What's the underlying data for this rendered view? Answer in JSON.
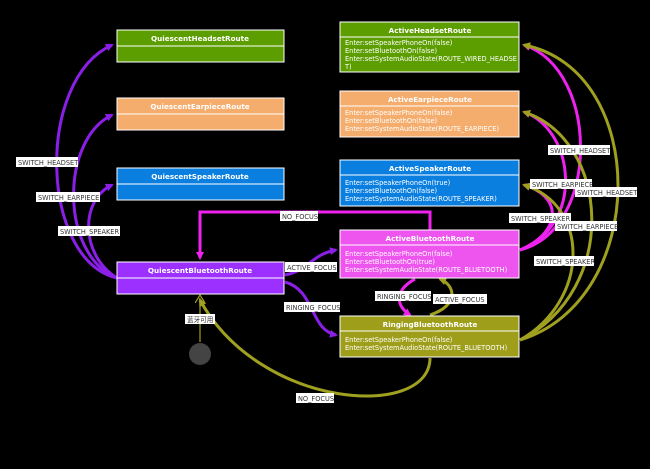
{
  "states": {
    "quiescent_headset": {
      "title": "QuiescentHeadsetRoute",
      "color": "#5c9e00"
    },
    "quiescent_earpiece": {
      "title": "QuiescentEarpieceRoute",
      "color": "#f5ad6e"
    },
    "quiescent_speaker": {
      "title": "QuiescentSpeakerRoute",
      "color": "#0a7fe0"
    },
    "quiescent_bluetooth": {
      "title": "QuiescentBluetoothRoute",
      "color": "#9b30ff"
    },
    "active_headset": {
      "title": "ActiveHeadsetRoute",
      "color": "#5c9e00",
      "lines": [
        "Enter:setSpeakerPhoneOn(false)",
        "Enter:setBluetoothOn(false)",
        "Enter:setSystemAudioState(ROUTE_WIRED_HEADSE",
        "T)"
      ]
    },
    "active_earpiece": {
      "title": "ActiveEarpieceRoute",
      "color": "#f5ad6e",
      "lines": [
        "Enter:setSpeakerPhoneOn(false)",
        "Enter:setBluetoothOn(false)",
        "Enter:setSystemAudioState(ROUTE_EARPIECE)"
      ]
    },
    "active_speaker": {
      "title": "ActiveSpeakerRoute",
      "color": "#0a7fe0",
      "lines": [
        "Enter:setSpeakerPhoneOn(true)",
        "Enter:setBluetoothOn(false)",
        "Enter:setSystemAudioState(ROUTE_SPEAKER)"
      ]
    },
    "active_bluetooth": {
      "title": "ActiveBluetoothRoute",
      "color": "#ee55ee",
      "lines": [
        "Enter:setSpeakerPhoneOn(false)",
        "Enter:setBluetoothOn(true)",
        "Enter:setSystemAudioState(ROUTE_BLUETOOTH)"
      ]
    },
    "ringing_bluetooth": {
      "title": "RingingBluetoothRoute",
      "color": "#9e9e1a",
      "lines": [
        "Enter:setSpeakerPhoneOn(false)",
        "Enter:setSystemAudioState(ROUTE_BLUETOOTH)"
      ]
    }
  },
  "edge_labels": {
    "switch_headset_left": "SWITCH_HEADSET",
    "switch_earpiece_left": "SWITCH_EARPIECE",
    "switch_speaker_left": "SWITCH_SPEAKER",
    "no_focus_top": "NO_FOCUS",
    "active_focus_left": "ACTIVE_FOCUS",
    "ringing_focus_left": "RINGING_FOCUS",
    "ringing_focus_mid": "RINGING_FOCUS",
    "active_focus_mid": "ACTIVE_FOCUS",
    "switch_headset_magenta": "SWITCH_HEADSET",
    "switch_earpiece_magenta": "SWITCH_EARPIECE",
    "switch_speaker_magenta": "SWITCH_SPEAKER",
    "switch_headset_olive": "SWITCH_HEADSET",
    "switch_earpiece_olive": "SWITCH_EARPIECE",
    "switch_speaker_olive": "SWITCH_SPEAKER",
    "no_focus_bottom": "NO_FOCUS",
    "initial": "蓝牙可用"
  },
  "edge_colors": {
    "purple": "#8a1fe6",
    "magenta": "#ee22ee",
    "olive": "#a0a020"
  }
}
